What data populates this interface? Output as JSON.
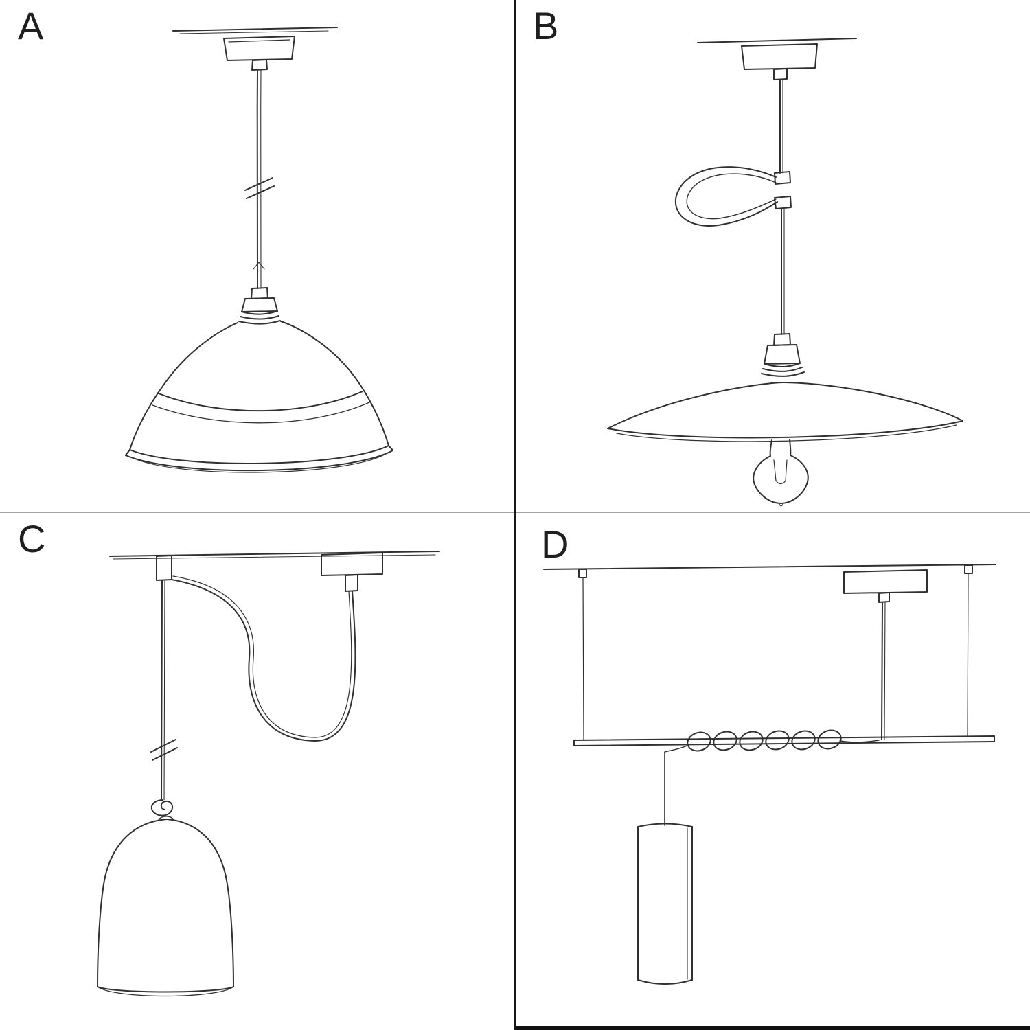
{
  "panels": [
    {
      "label": "A",
      "illustration": "pendant-cable-industrial-shade-sketch"
    },
    {
      "label": "B",
      "illustration": "pendant-looped-cable-plate-shade-bulb-sketch"
    },
    {
      "label": "C",
      "illustration": "swag-pendant-bell-shade-sketch"
    },
    {
      "label": "D",
      "illustration": "bar-coiled-cable-tube-pendant-sketch"
    }
  ],
  "colors": {
    "background": "#ffffff",
    "ink": "#303030",
    "vertical_divider": "#181818",
    "horizontal_divider": "#a3a3a3",
    "bottom_bar": "#101010"
  }
}
